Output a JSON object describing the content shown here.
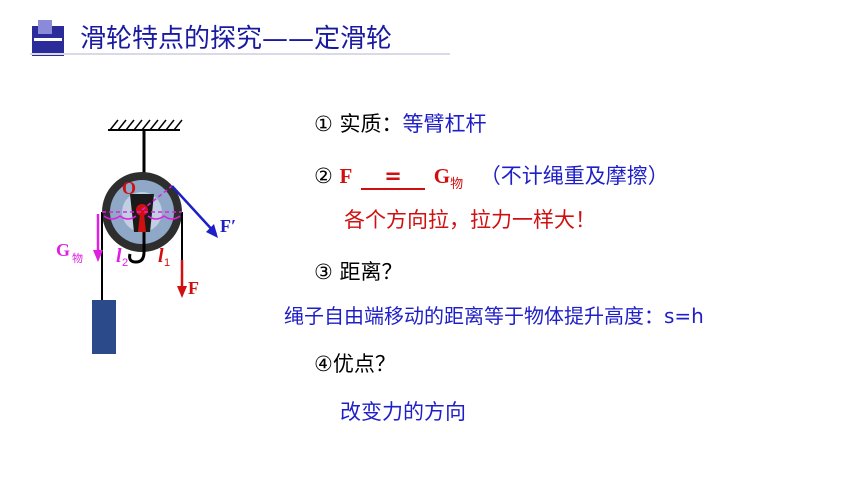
{
  "title": "滑轮特点的探究——定滑轮",
  "item1": {
    "num": "①",
    "label": "实质：",
    "value": "等臂杠杆"
  },
  "item2": {
    "num": "②",
    "left": "F",
    "op": "=",
    "right": "G",
    "right_sub": "物",
    "note": "（不计绳重及摩擦）",
    "line2": "各个方向拉，拉力一样大！"
  },
  "item3": {
    "num": "③",
    "label": "距离？",
    "answer": "绳子自由端移动的距离等于物体提升高度：s=h"
  },
  "item4": {
    "num": "④",
    "label": "优点？",
    "answer": "改变力的方向"
  },
  "figure": {
    "label_O": "O",
    "label_F_prime": "F′",
    "label_F": "F",
    "label_G": "G",
    "label_G_sub": "物",
    "label_l2": "l",
    "label_l2_sub": "2",
    "label_l1": "l",
    "label_l1_sub": "1"
  },
  "colors": {
    "title": "#1a1aa0",
    "blue": "#1f1fc8",
    "red": "#d01010",
    "magenta": "#e020e0",
    "weight": "#2a4a8a"
  }
}
